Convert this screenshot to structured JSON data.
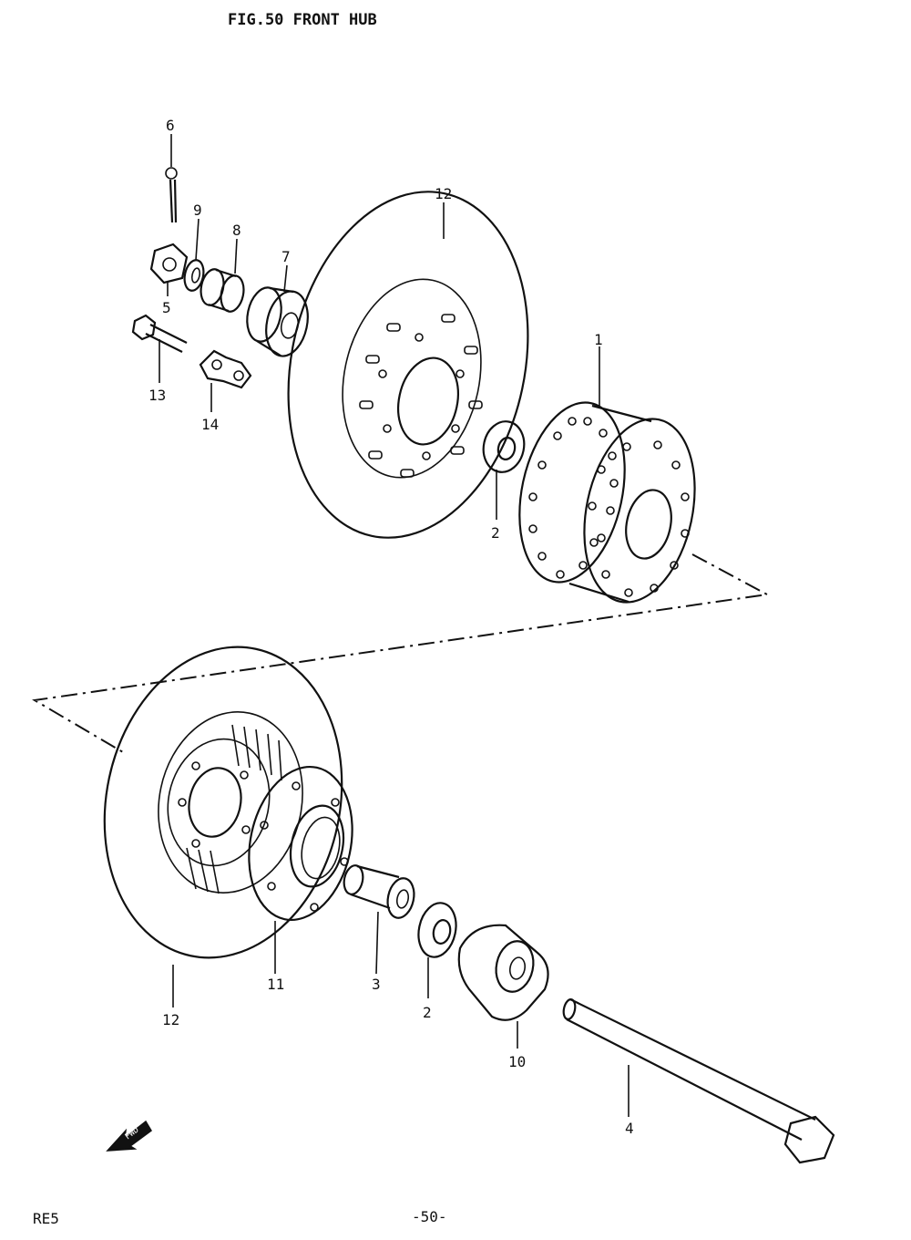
{
  "header": {
    "title": "FIG.50  FRONT HUB"
  },
  "footer": {
    "model": "RE5",
    "page": "-50-"
  },
  "fwd_arrow": {
    "label": "FWD",
    "icon": "forward-arrow-icon"
  },
  "callouts": {
    "c1": "1",
    "c2a": "2",
    "c2b": "2",
    "c3": "3",
    "c4": "4",
    "c5": "5",
    "c6": "6",
    "c7": "7",
    "c8": "8",
    "c9": "9",
    "c10": "10",
    "c11": "11",
    "c12a": "12",
    "c12b": "12",
    "c13": "13",
    "c14": "14"
  }
}
